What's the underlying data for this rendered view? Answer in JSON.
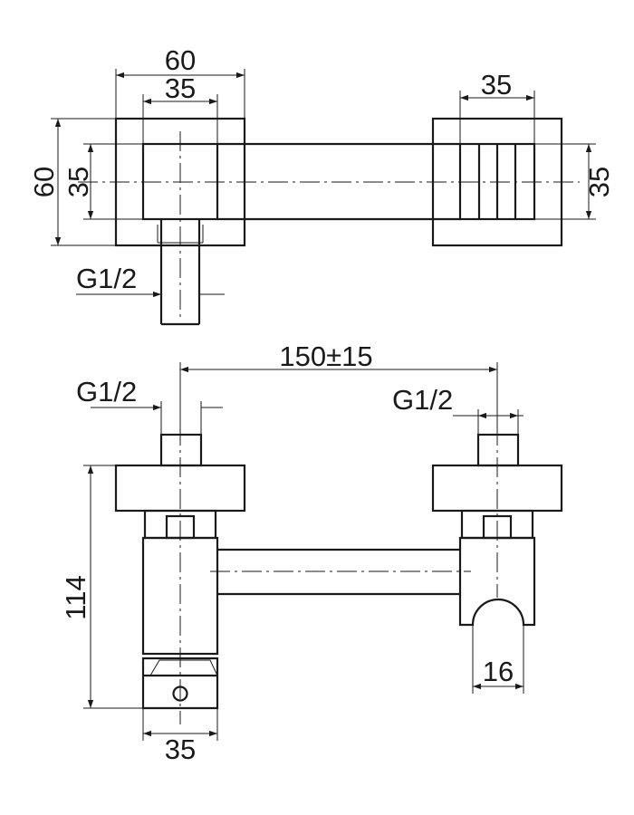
{
  "top_view": {
    "dims": {
      "body_width": "60",
      "inner_width": "35",
      "holder_width": "35",
      "body_height": "60",
      "inner_height": "35",
      "holder_height": "35",
      "inlet_thread": "G1/2"
    }
  },
  "front_view": {
    "dims": {
      "center_distance": "150±15",
      "left_thread": "G1/2",
      "right_thread": "G1/2",
      "height": "114",
      "bottom_width": "35",
      "hook_width": "16"
    }
  },
  "colors": {
    "line": "#1a1a1a",
    "background": "#ffffff"
  }
}
